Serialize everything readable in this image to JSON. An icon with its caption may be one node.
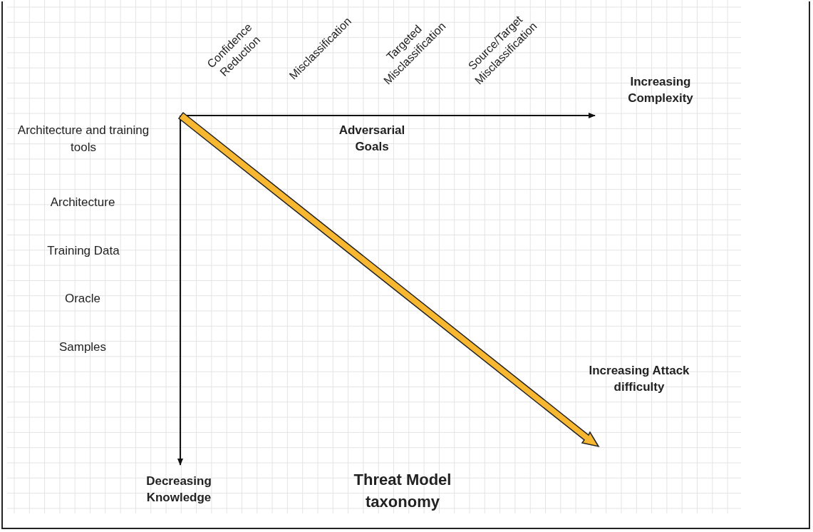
{
  "diagram": {
    "title": "Threat Model taxonomy",
    "labels": [
      "Confidence Reduction",
      "Misclassification",
      "Targeted Misclassification",
      "Source/Target Misclassification",
      "Increasing Complexity",
      "Architecture and training tools",
      "Adversarial Goals",
      "Architecture",
      "Training Data",
      "Oracle",
      "Samples",
      "Increasing Attack difficulty",
      "Decreasing Knowledge"
    ]
  }
}
